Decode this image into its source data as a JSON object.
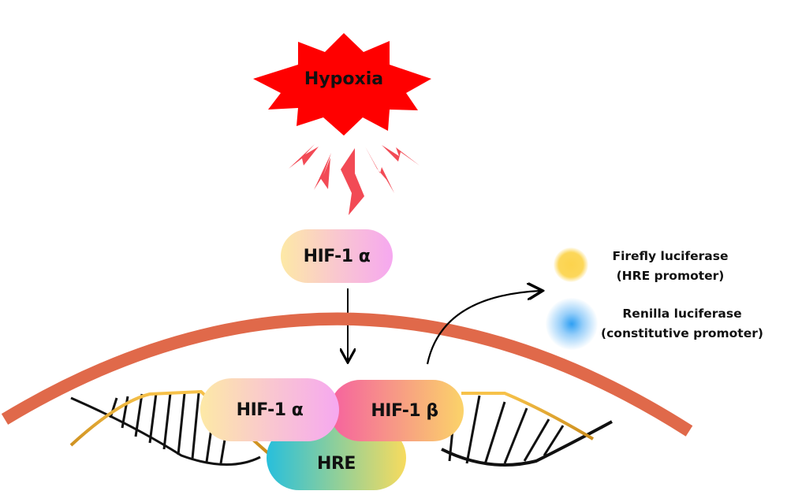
{
  "diagram": {
    "title": "HIF-1 hypoxia luciferase reporter pathway",
    "stimulus": {
      "label": "Hypoxia",
      "color": "#ff0000"
    },
    "signal_bolts": {
      "count": 5,
      "color": "#f24a55"
    },
    "free_protein": {
      "label": "HIF-1 α"
    },
    "complex": {
      "alpha": {
        "label": "HIF-1 α"
      },
      "beta": {
        "label": "HIF-1 β"
      },
      "element": {
        "label": "HRE"
      }
    },
    "membrane": {
      "color": "#e0694a"
    },
    "legend": [
      {
        "name": "Firefly luciferase",
        "sub": "(HRE promoter)",
        "color": "#fcd34d"
      },
      {
        "name": "Renilla luciferase",
        "sub": "(constitutive promoter)",
        "color": "#3aa8f5"
      }
    ]
  }
}
